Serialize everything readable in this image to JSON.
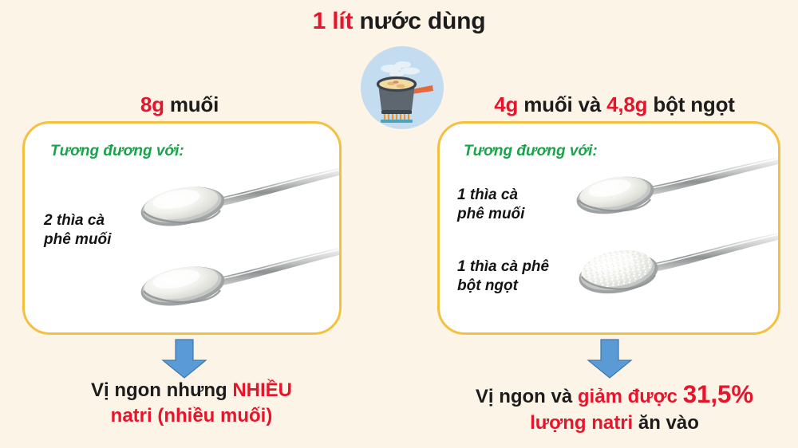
{
  "background_color": "#FDF4E8",
  "accent_colors": {
    "red": "#E8142B",
    "green": "#19A34A",
    "gold_border": "#F3C13F",
    "arrow_blue": "#5B9BD5",
    "badge_blue": "#C3DCEF",
    "dark_text": "#1C1C1C"
  },
  "title": {
    "amount": "1 lít",
    "rest": "nước dùng"
  },
  "icon": {
    "name": "cooking-pot-icon",
    "description": "pot of broth on stove with steam"
  },
  "columns": [
    {
      "id": "left",
      "heading": {
        "amount": "8g",
        "label": "muối"
      },
      "panel": {
        "equivalence_label": "Tương đương với:",
        "items": [
          {
            "text_line1": "2 thìa cà",
            "text_line2": "phê muối",
            "substance": "salt"
          }
        ],
        "spoons": [
          {
            "name": "spoon-salt-1",
            "contents": "fine-salt"
          },
          {
            "name": "spoon-salt-2",
            "contents": "fine-salt"
          }
        ]
      },
      "arrow": {
        "name": "down-arrow-left",
        "color": "#5B9BD5"
      },
      "conclusion": {
        "line1_dark": "Vị ngon nhưng",
        "line1_red": "NHIỀU",
        "line2_red": "natri (nhiều muối)"
      }
    },
    {
      "id": "right",
      "heading": {
        "amount1": "4g",
        "label1": "muối và",
        "amount2": "4,8g",
        "label2": "bột ngọt"
      },
      "panel": {
        "equivalence_label": "Tương đương với:",
        "items": [
          {
            "text_line1": "1 thìa cà",
            "text_line2": "phê muối",
            "substance": "salt"
          },
          {
            "text_line1": "1 thìa cà phê",
            "text_line2": "bột ngọt",
            "substance": "msg"
          }
        ],
        "spoons": [
          {
            "name": "spoon-salt-1",
            "contents": "fine-salt"
          },
          {
            "name": "spoon-msg-1",
            "contents": "msg-crystals"
          }
        ]
      },
      "arrow": {
        "name": "down-arrow-right",
        "color": "#5B9BD5"
      },
      "conclusion": {
        "line1_dark": "Vị ngon và",
        "line1_red": "giảm được",
        "line1_big": "31,5%",
        "line2_red": "lượng natri",
        "line2_dark": "ăn vào"
      }
    }
  ]
}
